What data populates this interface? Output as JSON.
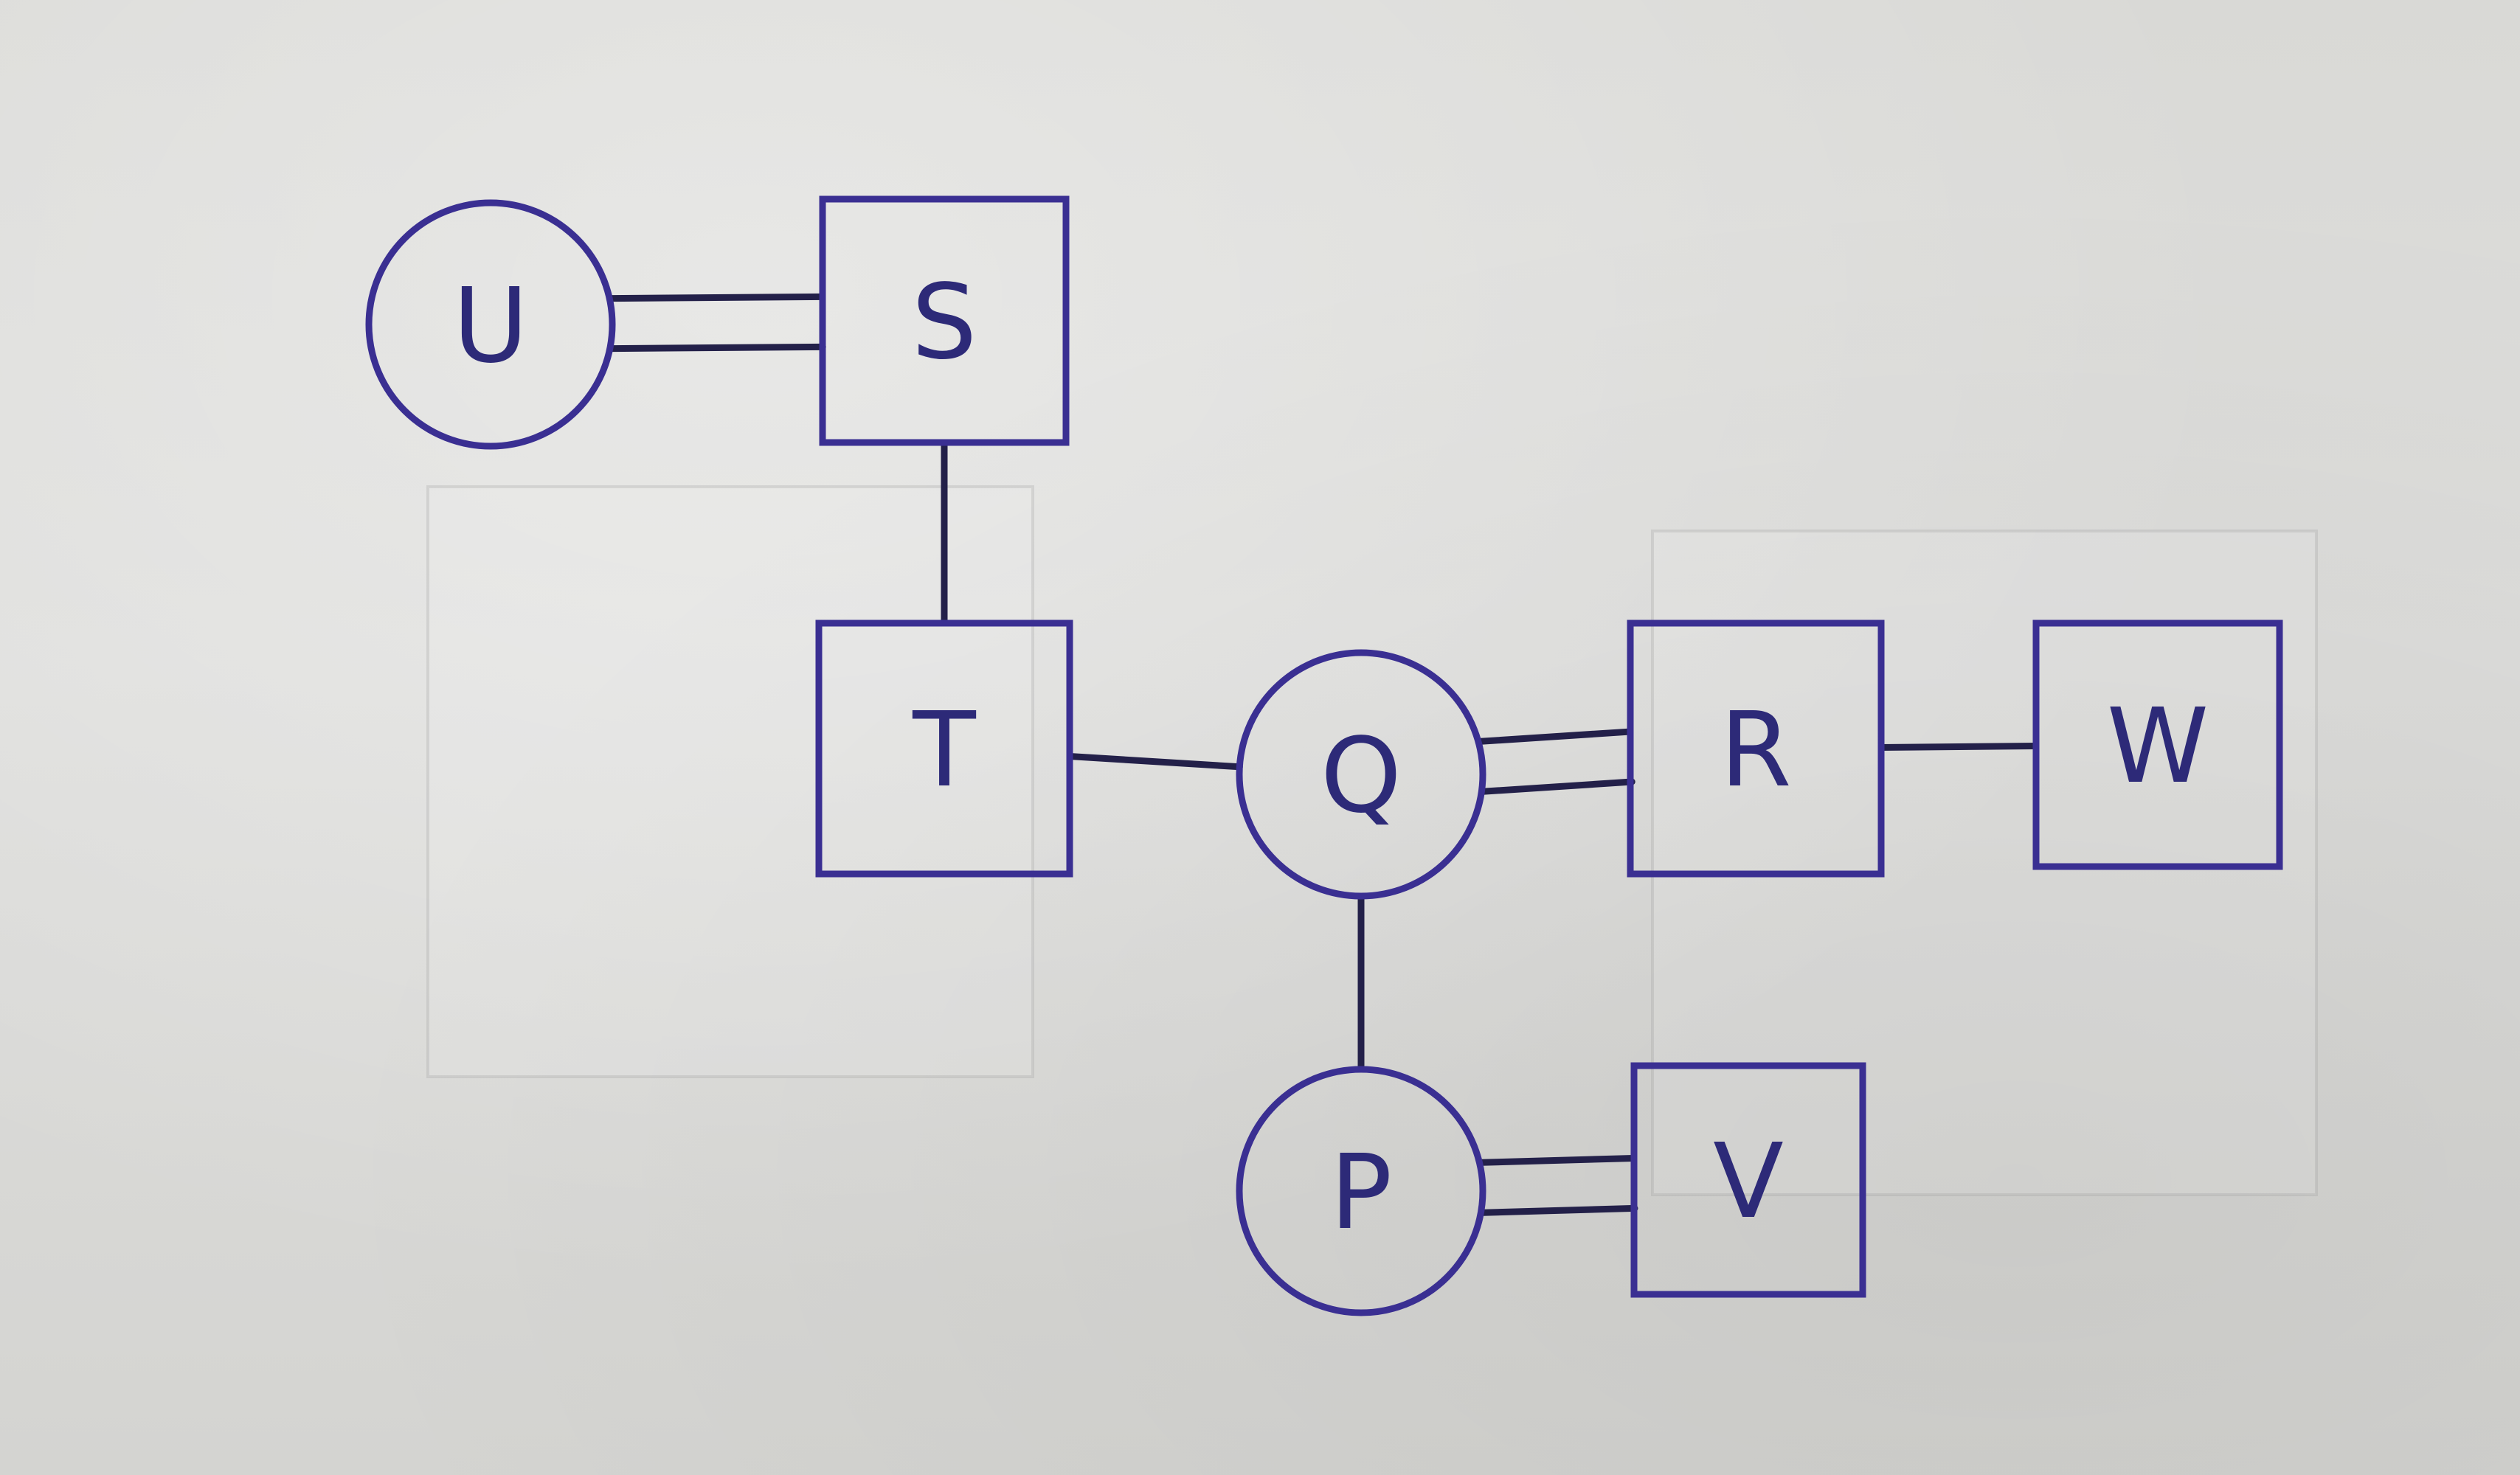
{
  "diagram": {
    "ink_colors": {
      "shape_stroke": "#3a2f92",
      "edge_stroke": "#232049",
      "label": "#2d2a78"
    },
    "nodes": [
      {
        "id": "U",
        "label": "U",
        "shape": "circle"
      },
      {
        "id": "S",
        "label": "S",
        "shape": "square"
      },
      {
        "id": "T",
        "label": "T",
        "shape": "square"
      },
      {
        "id": "Q",
        "label": "Q",
        "shape": "circle"
      },
      {
        "id": "R",
        "label": "R",
        "shape": "square"
      },
      {
        "id": "W",
        "label": "W",
        "shape": "square"
      },
      {
        "id": "P",
        "label": "P",
        "shape": "circle"
      },
      {
        "id": "V",
        "label": "V",
        "shape": "square"
      }
    ],
    "edges": [
      {
        "from": "U",
        "to": "S",
        "style": "double"
      },
      {
        "from": "S",
        "to": "T",
        "style": "single"
      },
      {
        "from": "T",
        "to": "Q",
        "style": "single"
      },
      {
        "from": "Q",
        "to": "R",
        "style": "double"
      },
      {
        "from": "R",
        "to": "W",
        "style": "single"
      },
      {
        "from": "Q",
        "to": "P",
        "style": "single"
      },
      {
        "from": "P",
        "to": "V",
        "style": "double"
      }
    ]
  }
}
